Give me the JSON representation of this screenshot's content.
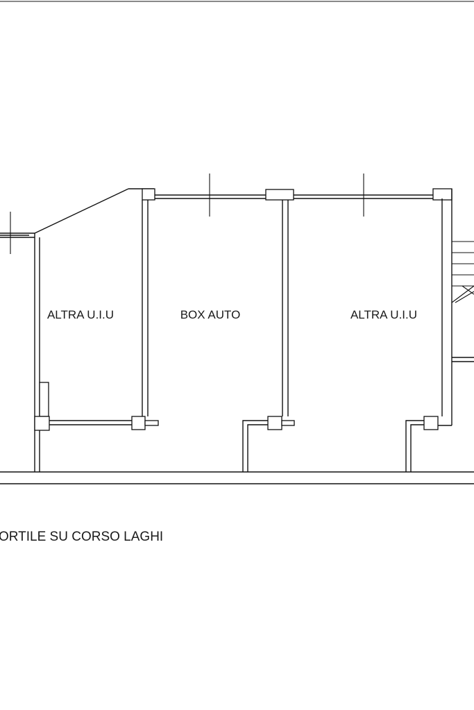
{
  "rooms": [
    {
      "label": "ALTRA U.I.U"
    },
    {
      "label": "BOX AUTO"
    },
    {
      "label": "ALTRA U.I.U"
    }
  ],
  "courtyard": {
    "label": "ORTILE SU CORSO LAGHI"
  }
}
